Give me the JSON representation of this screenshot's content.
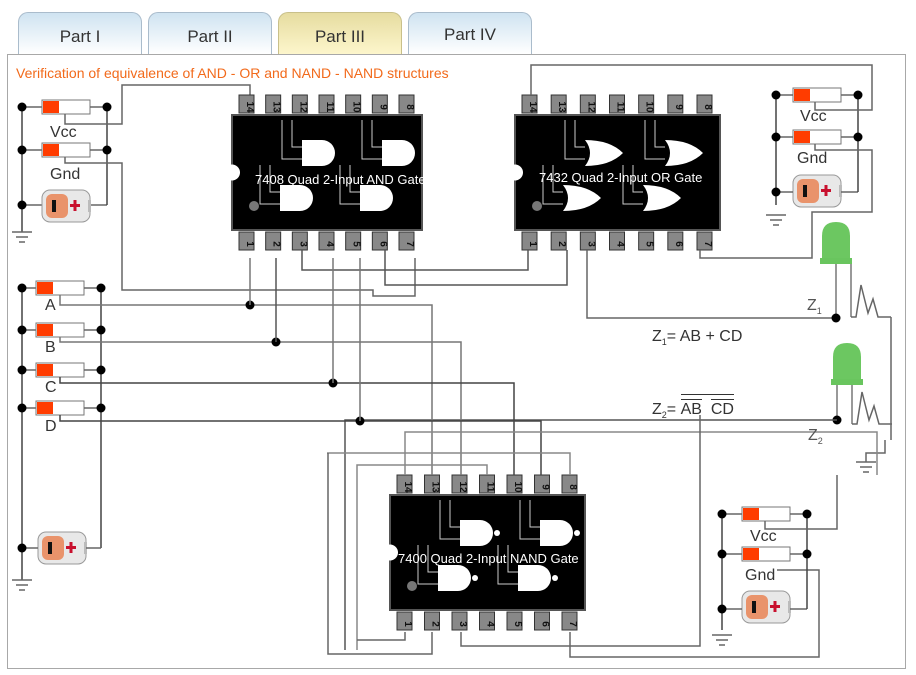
{
  "tabs": [
    {
      "label": "Part I",
      "active": false
    },
    {
      "label": "Part II",
      "active": false
    },
    {
      "label": "Part III",
      "active": true
    },
    {
      "label": "Part IV",
      "active": false
    }
  ],
  "title": "Verification of equivalence of AND - OR and NAND - NAND structures",
  "chips": {
    "and": {
      "label": "7408 Quad 2-Input AND Gate"
    },
    "or": {
      "label": "7432 Quad 2-Input OR Gate"
    },
    "nand": {
      "label": "7400 Quad 2-Input NAND Gate"
    }
  },
  "pins_top": [
    "14",
    "13",
    "12",
    "11",
    "10",
    "9",
    "8"
  ],
  "pins_bottom": [
    "1",
    "2",
    "3",
    "4",
    "5",
    "6",
    "7"
  ],
  "labels": {
    "vcc": "Vcc",
    "gnd": "Gnd",
    "a": "A",
    "b": "B",
    "c": "C",
    "d": "D",
    "z1": "Z",
    "z1_sub": "1",
    "z2": "Z",
    "z2_sub": "2"
  },
  "formulas": {
    "z1": {
      "lhs": "Z",
      "sub": "1",
      "eq": "= AB + CD"
    },
    "z2": {
      "lhs": "Z",
      "sub": "2",
      "eq": "=",
      "t1": "AB",
      "t2": "CD"
    }
  },
  "colors": {
    "switch_on": "#ff3c00",
    "led": "#5cc150",
    "title": "#f26a1b",
    "chip": "#000000",
    "pin": "#888888"
  }
}
